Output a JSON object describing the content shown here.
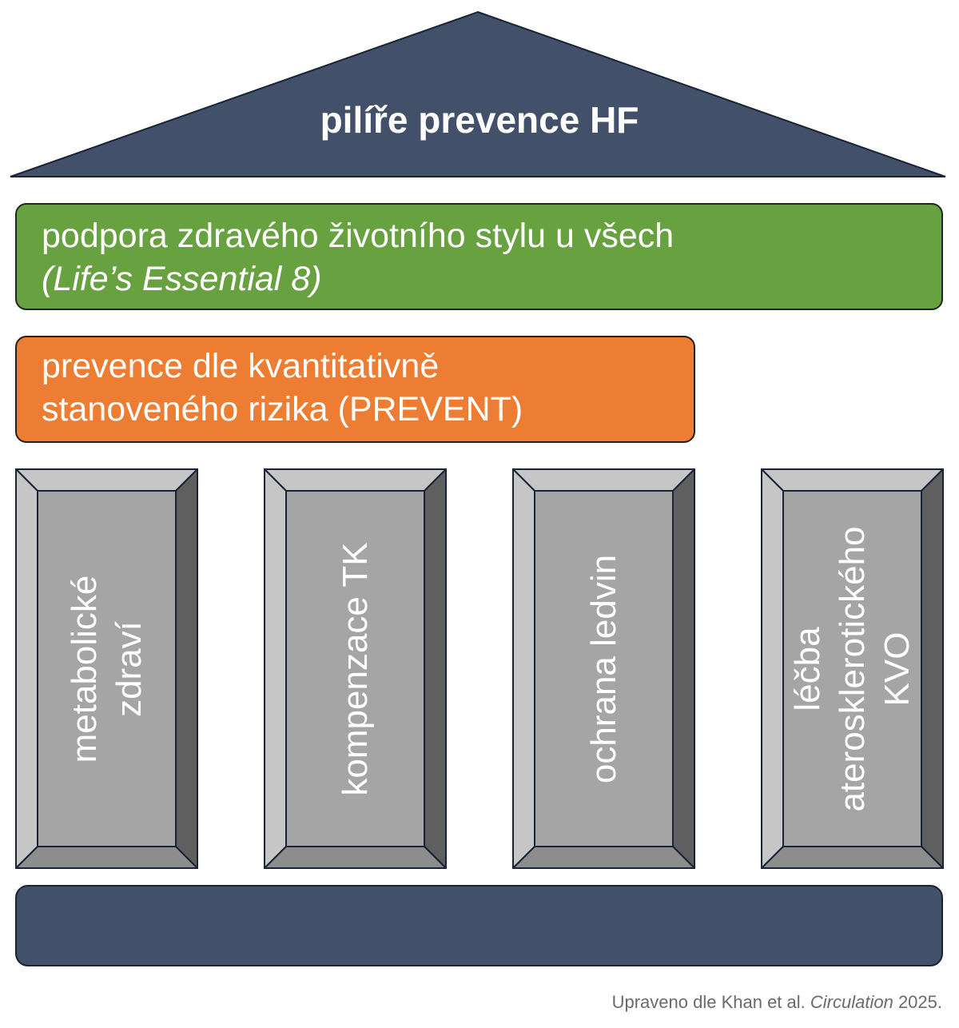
{
  "roof": {
    "title": "pilíře prevence HF",
    "color": "#425169"
  },
  "lifestyle_band": {
    "line1": "podpora zdravého životního stylu u všech",
    "line2": "(Life’s Essential 8)",
    "color": "#67a140"
  },
  "risk_band": {
    "line1": "prevence dle kvantitativně",
    "line2": "stanoveného rizika (PREVENT)",
    "color": "#ec7d32"
  },
  "pillars": [
    {
      "lines": [
        "metabolické",
        "zdraví"
      ]
    },
    {
      "lines": [
        "kompenzace TK"
      ]
    },
    {
      "lines": [
        "ochrana ledvin"
      ]
    },
    {
      "lines": [
        "léčba",
        "aterosklerotického",
        "KVO"
      ]
    }
  ],
  "pillar_colors": {
    "face": "#a5a5a5",
    "bevel_light": "#c6c6c6",
    "bevel_mid": "#8d8d8d",
    "bevel_dark": "#5f5f5f",
    "outline": "#1a2235"
  },
  "base": {
    "color": "#425169"
  },
  "source": {
    "prefix": "Upraveno dle Khan et al. ",
    "journal": "Circulation",
    "year": " 2025."
  }
}
